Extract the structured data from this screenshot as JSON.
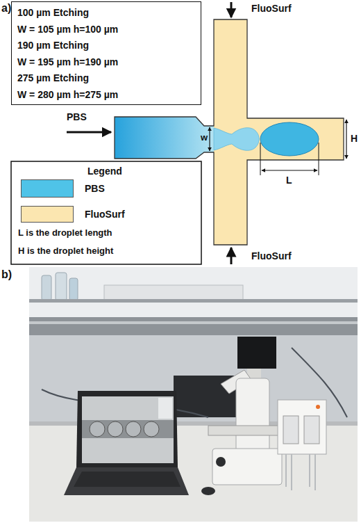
{
  "diagram": {
    "nodes": [
      {
        "text": [
          "100 µm Etching",
          "W = 105 µm h=100 µm",
          "190 µm Etching",
          "W = 195 µm h=190 µm",
          "275 µm Etching",
          "W = 280 µm h=275 µm"
        ]
      }
    ],
    "labels": [
      "a)",
      "FluoSurf",
      "PBS",
      "w",
      "H",
      "L",
      "FluoSurf",
      "Legend",
      "L is the droplet length",
      "H is the droplet height",
      "b)"
    ],
    "legend": [
      {
        "text": "PBS",
        "color": "#4fc3e8"
      },
      {
        "text": "FluoSurf",
        "color": "#fbe6b0"
      }
    ]
  }
}
